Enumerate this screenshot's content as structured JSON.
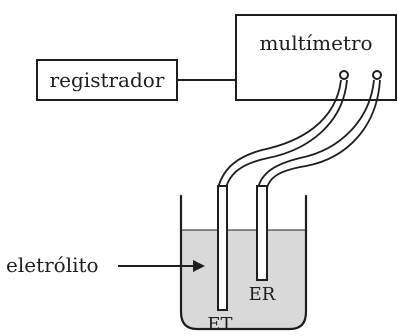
{
  "diagram": {
    "multimeter_label": "multímetro",
    "recorder_label": "registrador",
    "electrolyte_label": "eletrólito",
    "working_electrode_label": "ET",
    "reference_electrode_label": "ER",
    "colors": {
      "ink": "#1e1e1e",
      "solution": "#d9d9d9",
      "background": "#ffffff"
    }
  }
}
